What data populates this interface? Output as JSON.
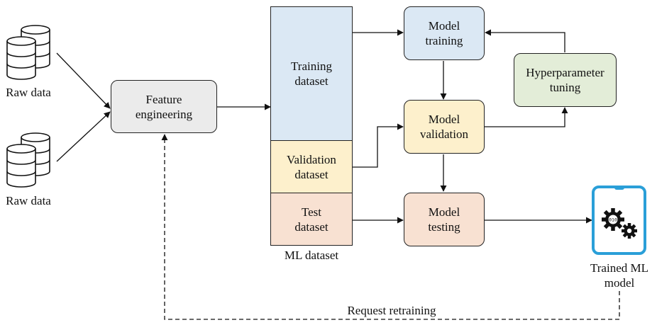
{
  "colors": {
    "feature": "#ebebeb",
    "training": "#dbe8f4",
    "validation": "#fdf0cc",
    "test": "#f8e1d2",
    "hyper": "#e3edd8",
    "device_accent": "#2a9fd8",
    "line": "#111111"
  },
  "inputs": {
    "raw_data_1": "Raw data",
    "raw_data_2": "Raw data",
    "icon": "database-icon"
  },
  "feature_engineering": "Feature\nengineering",
  "dataset": {
    "training": "Training\ndataset",
    "validation": "Validation\ndataset",
    "test": "Test\ndataset",
    "caption": "ML dataset"
  },
  "model": {
    "training": "Model\ntraining",
    "validation": "Model\nvalidation",
    "testing": "Model\ntesting"
  },
  "hyperparameter": "Hyperparameter\ntuning",
  "output": {
    "label": "Trained ML\nmodel",
    "icon": "gears-icon"
  },
  "feedback": "Request retraining"
}
